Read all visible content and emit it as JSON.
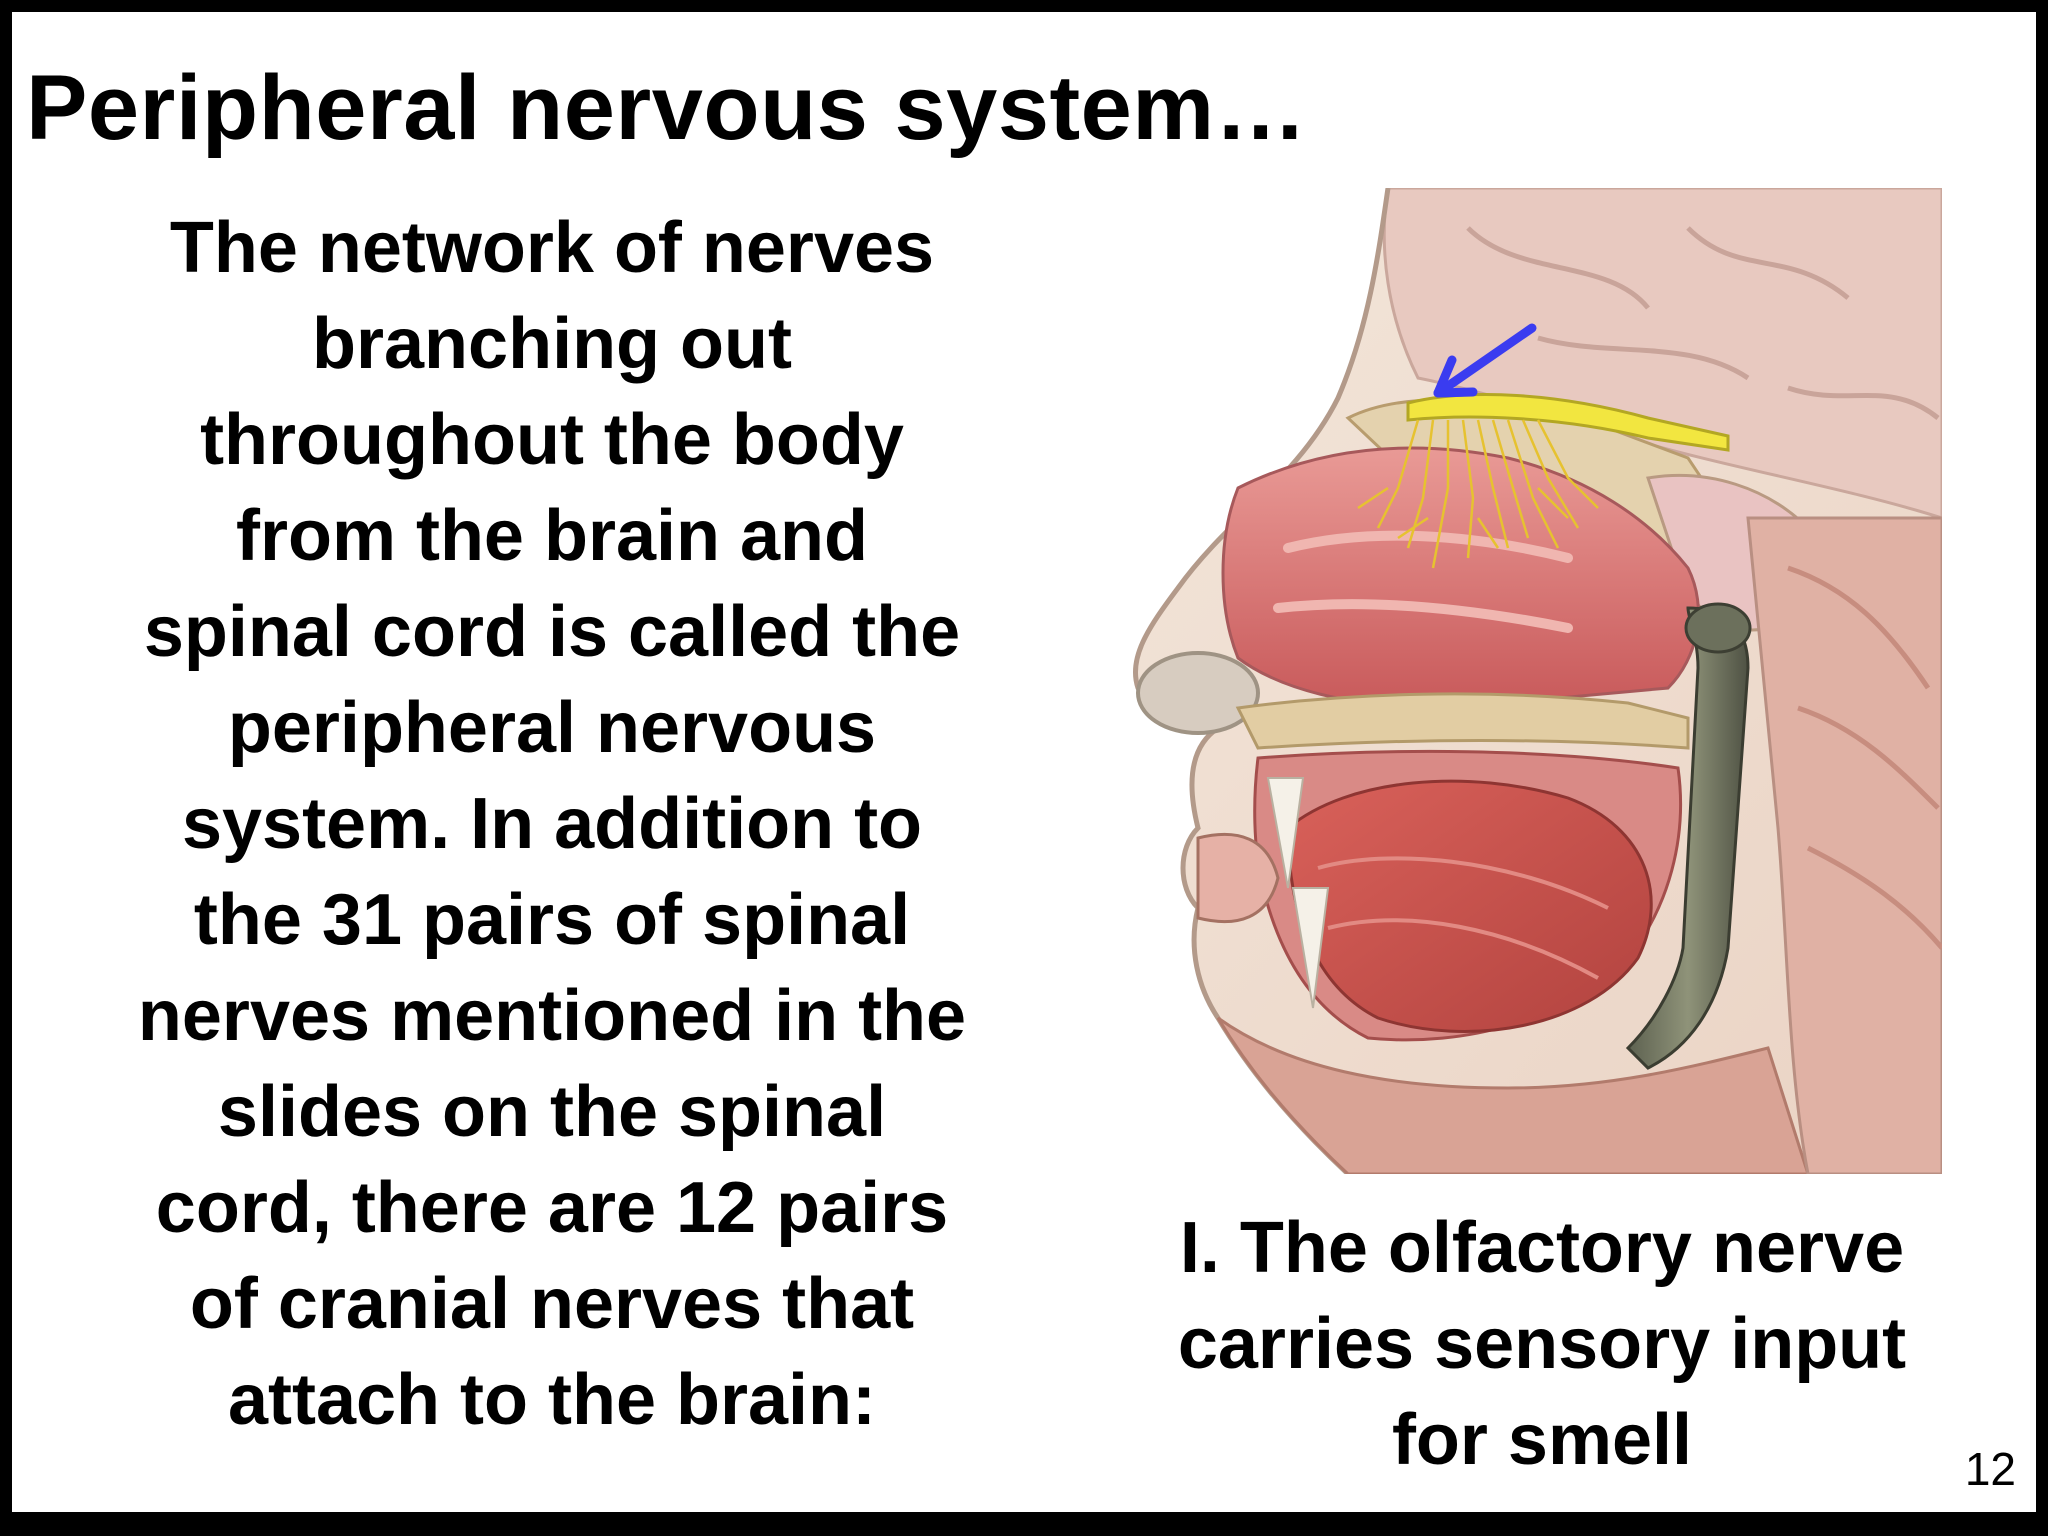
{
  "slide": {
    "title": "Peripheral nervous system…",
    "body_lines": [
      "The network of nerves",
      "branching out",
      "throughout the body",
      "from the brain and",
      "spinal cord is called the",
      "peripheral nervous",
      "system. In addition to",
      "the 31 pairs of spinal",
      "nerves mentioned in the",
      "slides on the spinal",
      "cord, there are 12 pairs",
      "of cranial nerves that",
      "attach to the brain:"
    ],
    "caption_lines": [
      "I.  The olfactory nerve",
      "carries sensory input",
      "for smell"
    ],
    "page_number": "12",
    "figure": {
      "arrow_color": "#3a3cf0",
      "nerve_color": "#f2e640"
    }
  }
}
